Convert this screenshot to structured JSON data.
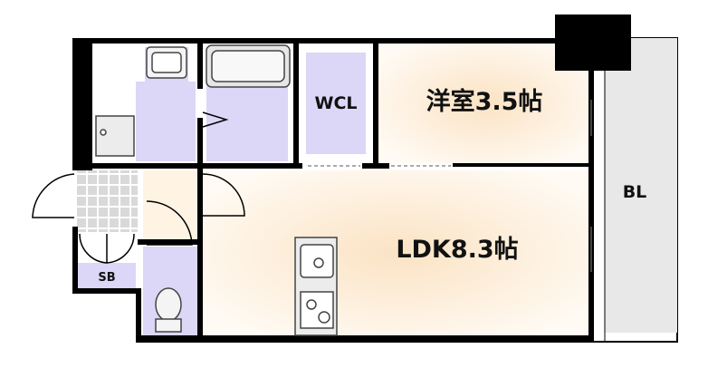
{
  "rooms": {
    "western": "洋室3.5帖",
    "ldk": "LDK8.3帖",
    "wcl": "WCL",
    "balcony": "BL",
    "shoe_box": "SB"
  },
  "colors": {
    "wall": "#000000",
    "wet_area": "#dcd6f7",
    "living_glow": "#fbe3c4",
    "balcony": "#e8e8e8",
    "tile": "#d6d6d6"
  }
}
